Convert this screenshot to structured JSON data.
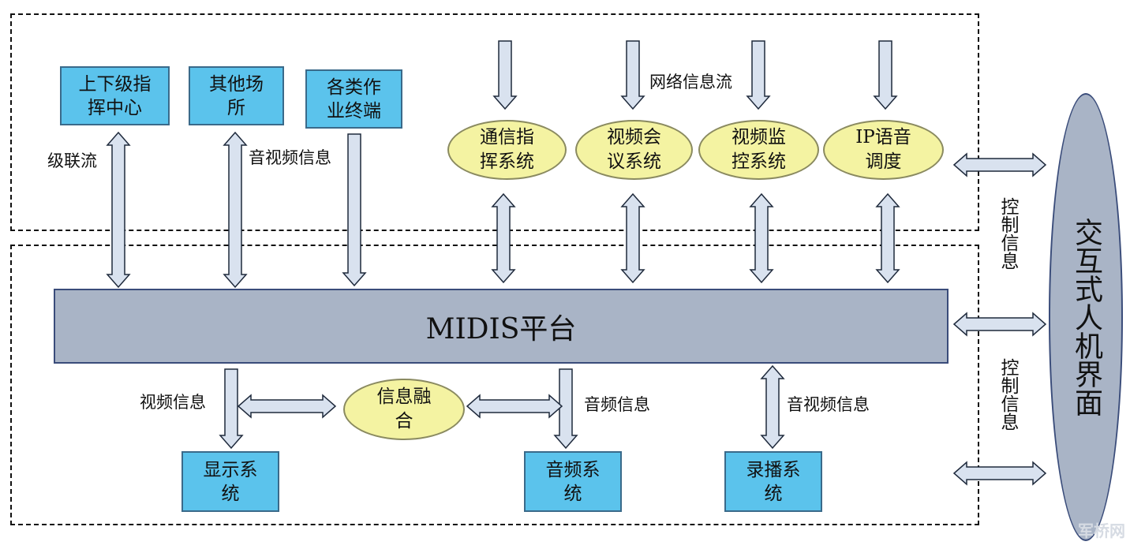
{
  "boxes": {
    "upper_lower_center": "上下级指\n挥中心",
    "other_sites": "其他场\n所",
    "terminals": "各类作\n业终端",
    "display": "显示系\n统",
    "audio_sys": "音频系\n统",
    "recording": "录播系\n统"
  },
  "ovals": {
    "comm": "通信指\n挥系统",
    "video_conf": "视频会\n议系统",
    "video_mon": "视频监\n控系统",
    "ip_voice": "IP语音\n调度",
    "fusion": "信息融\n合"
  },
  "platform": "MIDIS平台",
  "hmi": "交互式人机界面",
  "labels": {
    "cascade": "级联流",
    "av_info_top": "音视频信息",
    "network_flow": "网络信息流",
    "video_info": "视频信息",
    "audio_info": "音频信息",
    "av_info_bottom": "音视频信息",
    "control_1": "控制信息",
    "control_2": "控制信息"
  },
  "watermark": "军桥网",
  "colors": {
    "box_fill": "#5bc3ec",
    "oval_fill": "#f4f3a2",
    "platform_fill": "#a9b4c6",
    "arrow_fill": "#d9e2ef"
  }
}
